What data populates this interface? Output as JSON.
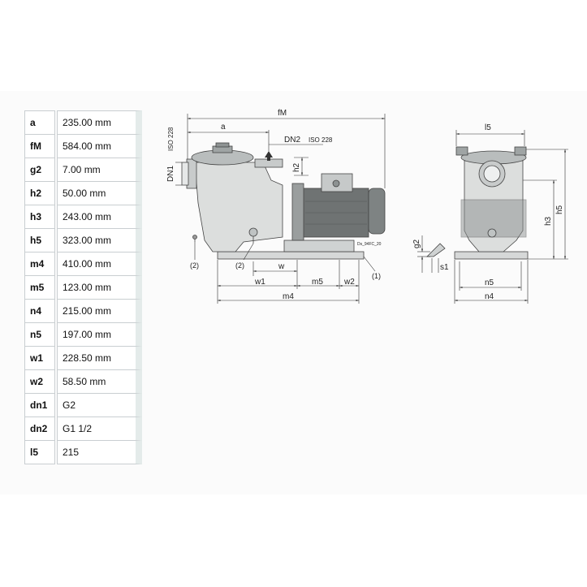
{
  "table": {
    "rows": [
      {
        "key": "a",
        "value": "235.00 mm"
      },
      {
        "key": "fM",
        "value": "584.00 mm"
      },
      {
        "key": "g2",
        "value": "7.00 mm"
      },
      {
        "key": "h2",
        "value": "50.00 mm"
      },
      {
        "key": "h3",
        "value": "243.00 mm"
      },
      {
        "key": "h5",
        "value": "323.00 mm"
      },
      {
        "key": "m4",
        "value": "410.00 mm"
      },
      {
        "key": "m5",
        "value": "123.00 mm"
      },
      {
        "key": "n4",
        "value": "215.00 mm"
      },
      {
        "key": "n5",
        "value": "197.00 mm"
      },
      {
        "key": "w1",
        "value": "228.50 mm"
      },
      {
        "key": "w2",
        "value": "58.50 mm"
      },
      {
        "key": "dn1",
        "value": "G2"
      },
      {
        "key": "dn2",
        "value": "G1 1/2"
      },
      {
        "key": "l5",
        "value": "215"
      }
    ]
  },
  "drawing": {
    "side_view": {
      "fM": "fM",
      "a": "a",
      "DN2": "DN2",
      "ISO_top": "ISO 228",
      "ISO_side": "ISO 228",
      "DN1": "DN1",
      "h2": "h2",
      "ref_code": "Ds_94FC_20",
      "note_2a": "(2)",
      "note_2b": "(2)",
      "note_1": "(1)",
      "w": "w",
      "w1": "w1",
      "m5": "m5",
      "w2": "w2",
      "m4": "m4"
    },
    "front_view": {
      "l5": "l5",
      "h3": "h3",
      "h5": "h5",
      "g2": "g2",
      "s1": "s1",
      "n5": "n5",
      "n4": "n4"
    }
  }
}
